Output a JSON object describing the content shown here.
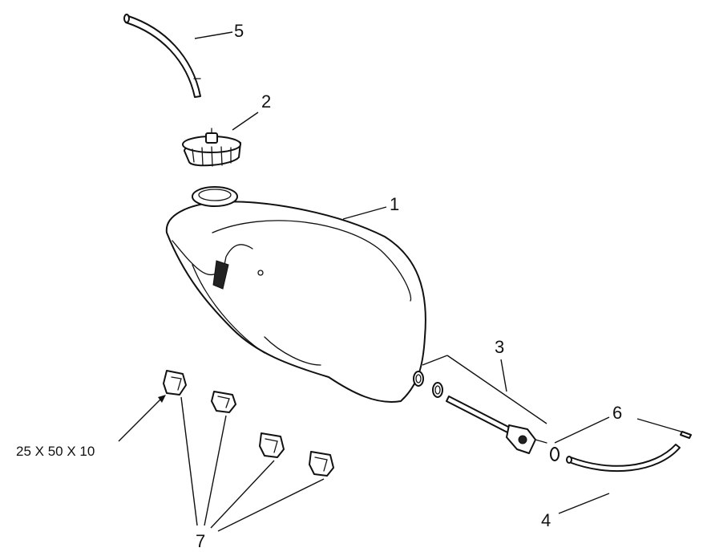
{
  "callouts": {
    "c1": "1",
    "c2": "2",
    "c3": "3",
    "c4": "4",
    "c5": "5",
    "c6": "6",
    "c7": "7"
  },
  "dimension": "25 X 50 X 10"
}
